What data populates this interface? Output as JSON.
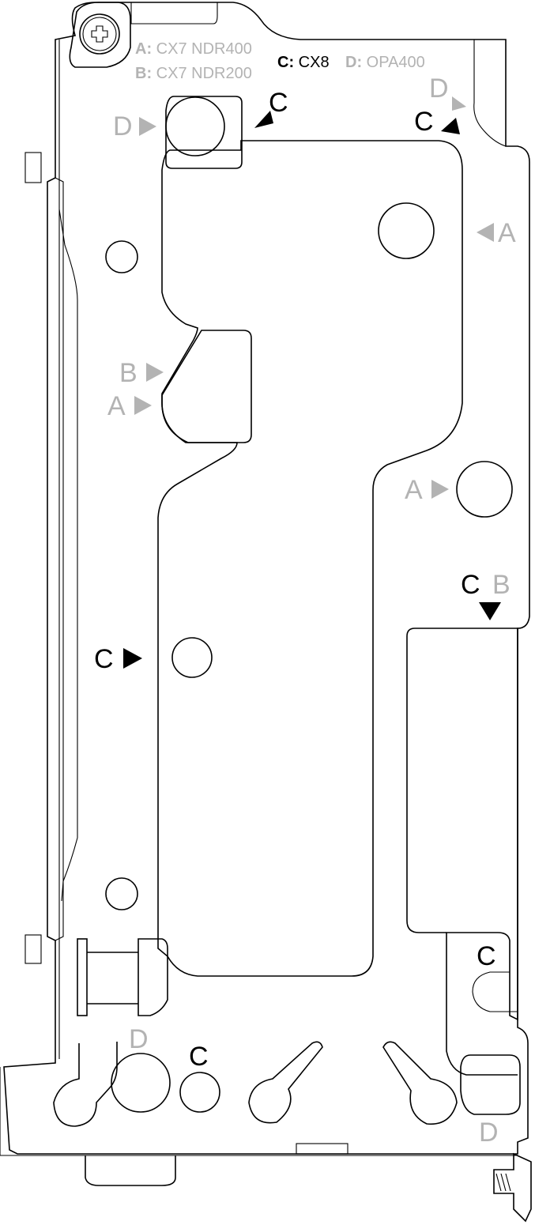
{
  "legend": [
    {
      "key": "A:",
      "value": "CX7 NDR400",
      "color": "#b3b3b3"
    },
    {
      "key": "B:",
      "value": "CX7 NDR200",
      "color": "#b3b3b3"
    },
    {
      "key": "C:",
      "value": "CX8",
      "color": "#000000"
    },
    {
      "key": "D:",
      "value": "OPA400",
      "color": "#b3b3b3"
    }
  ],
  "callouts": {
    "d_top_left": "D",
    "c_top_mid": "C",
    "d_top_right": "D",
    "c_top_right": "C",
    "a_right_upper": "A",
    "b_left_tab": "B",
    "a_left_tab": "A",
    "a_right_mid": "A",
    "c_right_lower": "C",
    "b_right_lower": "B",
    "c_left_mid": "C",
    "c_bottom_right": "C",
    "d_bottom_left": "D",
    "c_bottom_mid": "C",
    "d_bottom_right": "D"
  },
  "colors": {
    "cx7": "#b3b3b3",
    "cx8": "#000000",
    "outline": "#000000"
  }
}
